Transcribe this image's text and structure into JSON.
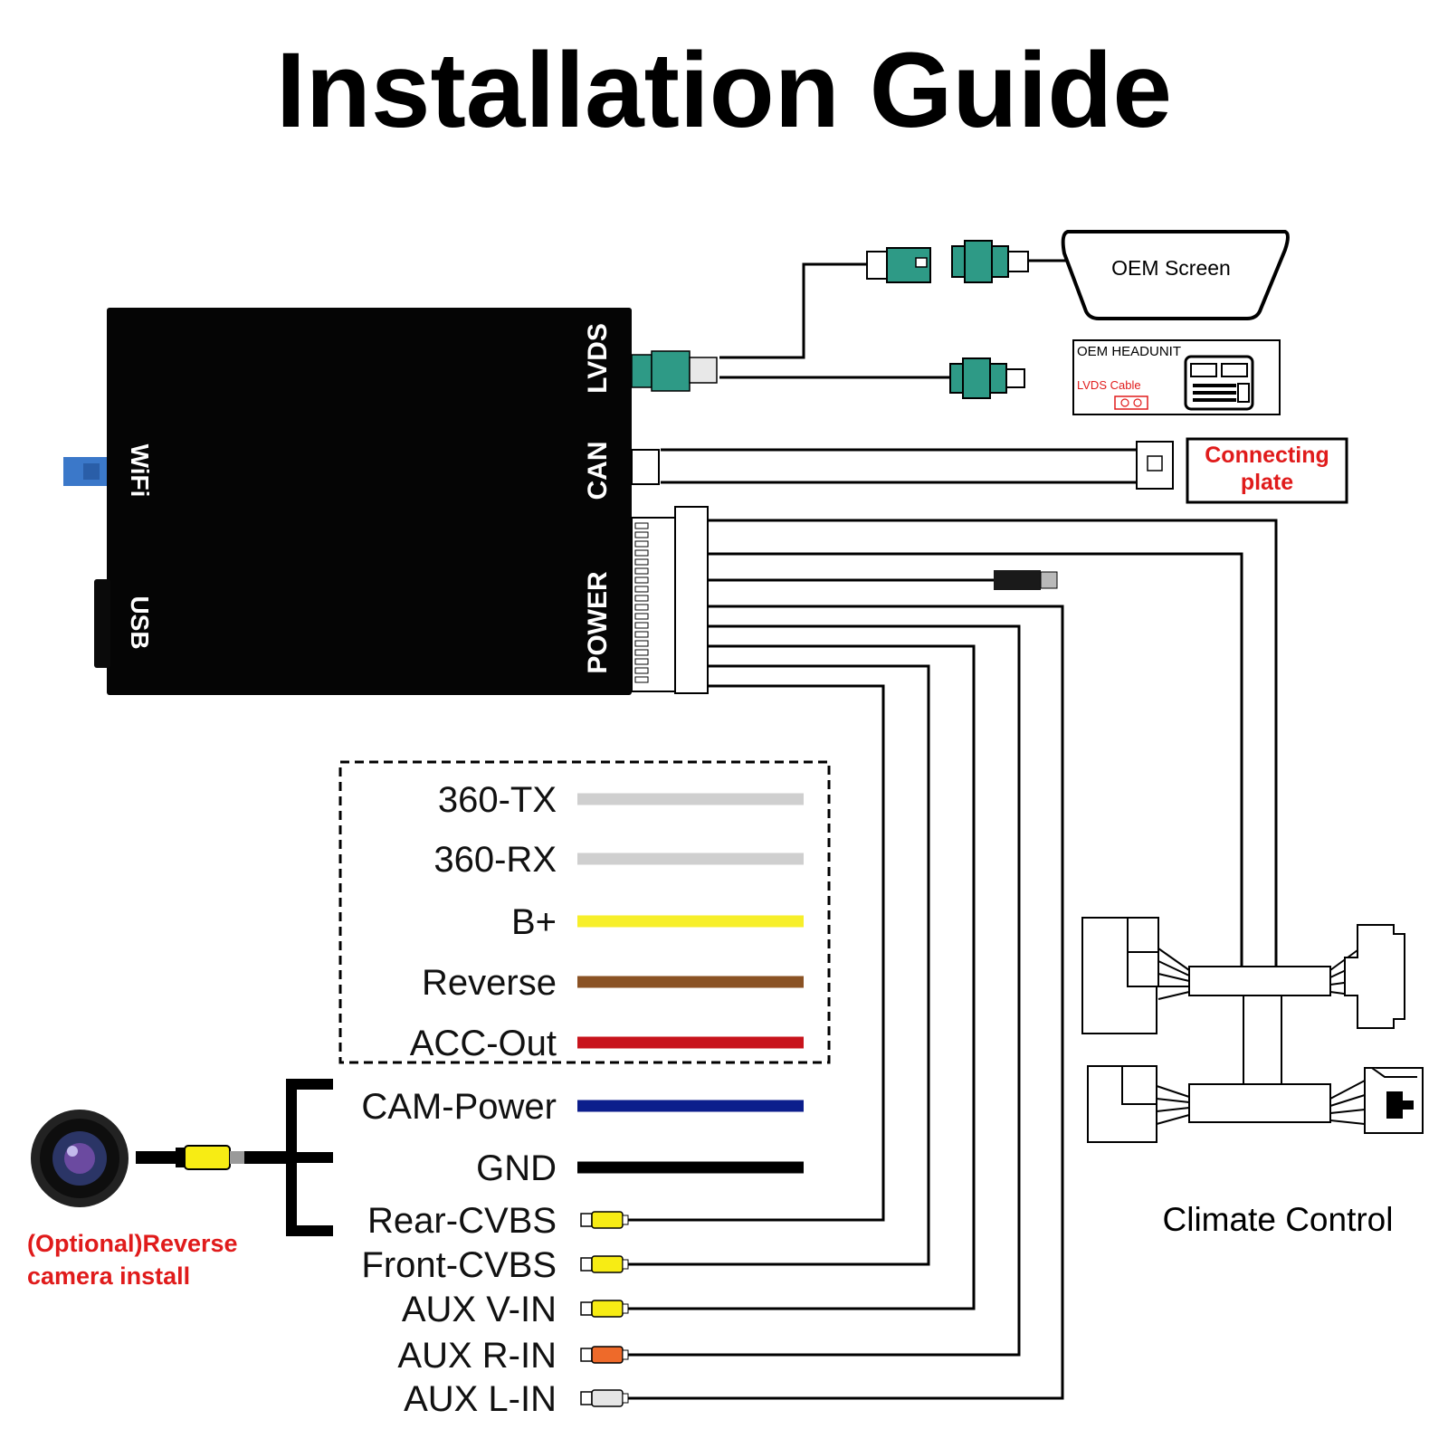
{
  "title": "Installation Guide",
  "box": {
    "ports": {
      "lvds": "LVDS",
      "can": "CAN",
      "power": "POWER",
      "wifi": "WiFi",
      "usb": "USB"
    }
  },
  "labels": {
    "oem_screen": "OEM Screen",
    "oem_headunit": "OEM HEADUNIT",
    "lvds_cable": "LVDS Cable",
    "connecting_plate_line1": "Connecting",
    "connecting_plate_line2": "plate",
    "climate_control": "Climate Control",
    "camera_line1": "(Optional)Reverse",
    "camera_line2": "camera install"
  },
  "wires": [
    {
      "label": "360-TX",
      "color": "#cfcfcf"
    },
    {
      "label": "360-RX",
      "color": "#cfcfcf"
    },
    {
      "label": "B+",
      "color": "#f7ef2a"
    },
    {
      "label": "Reverse",
      "color": "#8a5224"
    },
    {
      "label": "ACC-Out",
      "color": "#c8141c"
    },
    {
      "label": "CAM-Power",
      "color": "#0c1e8c"
    },
    {
      "label": "GND",
      "color": "#000000"
    }
  ],
  "rca": [
    {
      "label": "Rear-CVBS",
      "color": "#f7ec14"
    },
    {
      "label": "Front-CVBS",
      "color": "#f7ec14"
    },
    {
      "label": "AUX V-IN",
      "color": "#f7ec14"
    },
    {
      "label": "AUX R-IN",
      "color": "#ee6a2a"
    },
    {
      "label": "AUX L-IN",
      "color": "#e6e6e6"
    }
  ],
  "colors": {
    "connector_teal": "#2e9a86",
    "accent_red": "#e01b1b",
    "wifi_blue": "#3b78c9"
  }
}
